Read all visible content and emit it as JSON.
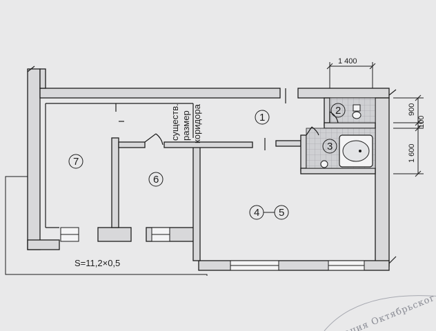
{
  "rooms": [
    {
      "label": "1"
    },
    {
      "label": "2"
    },
    {
      "label": "3"
    },
    {
      "label": "4"
    },
    {
      "label": "5"
    },
    {
      "label": "6"
    },
    {
      "label": "7"
    }
  ],
  "corridor_note": {
    "line1": "существ.",
    "line2": "размер",
    "line3": "коридора"
  },
  "dimensions": {
    "top": "1 400",
    "right_900": "900",
    "right_100": "100",
    "right_1600": "1 600"
  },
  "area_note": "S=11,2×0,5",
  "stamp_text": "рация Октябрьског",
  "colors": {
    "background": "#e9e9ea",
    "wall": "#d8d8da",
    "line": "#1c1c1c",
    "tile": "#cfd0d3"
  }
}
